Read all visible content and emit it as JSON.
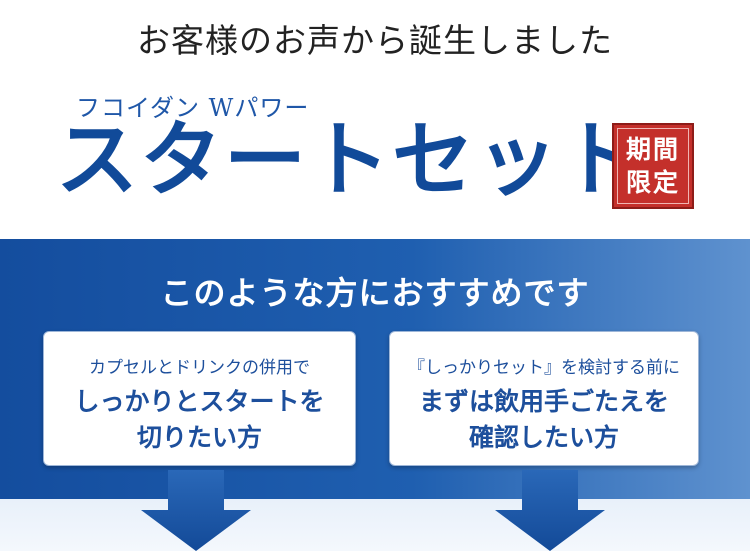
{
  "header": {
    "tagline": "お客様のお声から誕生しました",
    "product_subtitle": "フコイダン Wパワー",
    "product_title": "スタートセット",
    "badge": [
      "期間",
      "限定"
    ]
  },
  "recommendation": {
    "heading": "このような方におすすめです",
    "cards": [
      {
        "line1": "カプセルとドリンクの併用で",
        "line2": "しっかりとスタートを",
        "line3": "切りたい方"
      },
      {
        "line1": "『しっかりセット』を検討する前に",
        "line2": "まずは飲用手ごたえを",
        "line3": "確認したい方"
      }
    ]
  },
  "colors": {
    "brand_blue": "#114a99",
    "badge_red": "#c4302b"
  }
}
